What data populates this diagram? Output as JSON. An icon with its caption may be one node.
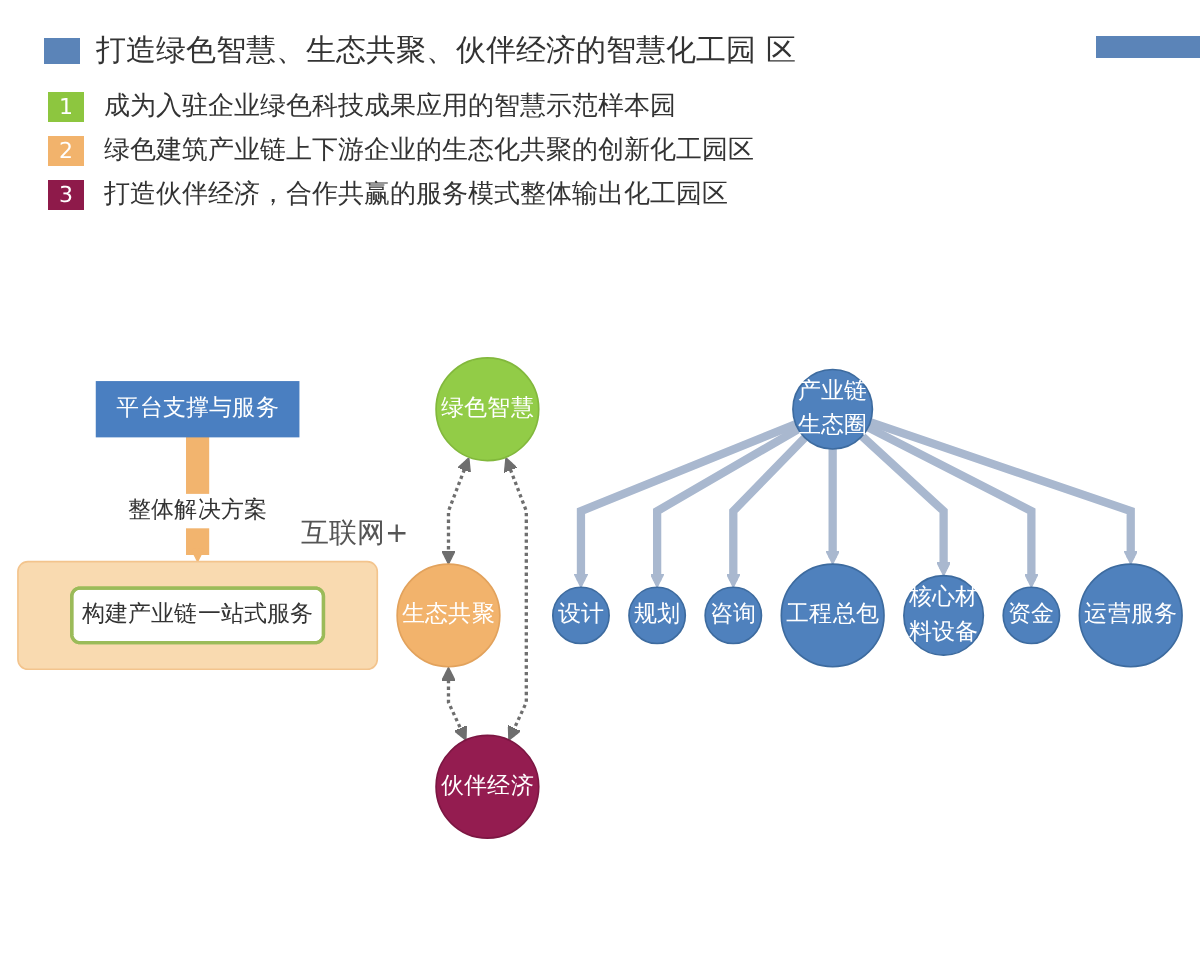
{
  "diagram": {
    "title": "打造绿色智慧、生态共聚、伙伴经济的智慧化工园 区",
    "nodes": [
      {
        "text": [
          "绿色智慧"
        ]
      },
      {
        "text": [
          "生态共聚"
        ]
      },
      {
        "text": [
          "伙伴经济"
        ]
      },
      {
        "text": [
          "产业链生态圈"
        ]
      },
      {
        "text": [
          "设计"
        ]
      },
      {
        "text": [
          "规划"
        ]
      },
      {
        "text": [
          "咨询"
        ]
      },
      {
        "text": [
          "工程总包"
        ]
      },
      {
        "text": [
          "核心材料设备"
        ]
      },
      {
        "text": [
          "资金"
        ]
      },
      {
        "text": [
          "运营服务"
        ]
      },
      {
        "text": [
          "平台支撑与服务"
        ]
      },
      {
        "text": [],
        "shape": "box"
      },
      {
        "text": [
          "构建产业链一站式服务"
        ],
        "in": 12
      }
    ],
    "edges": [
      {
        "from": 0,
        "to": 1,
        "arrow": "both",
        "style": "dashed",
        "color": "#6e6e6e"
      },
      {
        "from": 0,
        "to": 2,
        "arrow": "both",
        "style": "dashed",
        "color": "#6e6e6e"
      },
      {
        "from": 1,
        "to": 2,
        "arrow": "both",
        "style": "dashed",
        "color": "#6e6e6e"
      },
      {
        "from": 3,
        "to": 4,
        "arrow": "to"
      },
      {
        "from": 3,
        "to": 5,
        "arrow": "to"
      },
      {
        "from": 3,
        "to": 6,
        "arrow": "to"
      },
      {
        "from": 3,
        "to": 7,
        "arrow": "to"
      },
      {
        "from": 3,
        "to": 8,
        "arrow": "to"
      },
      {
        "from": 3,
        "to": 9,
        "arrow": "to"
      },
      {
        "from": 3,
        "to": 10,
        "arrow": "to"
      },
      {
        "from": 11,
        "to": 12,
        "arrow": "to",
        "label": "整体解决方案",
        "style": "thick",
        "color": "#f2b46e"
      }
    ],
    "labels": [
      "1",
      "成为入驻企业绿色科技成果应用的智慧示范样本园",
      "2",
      "绿色建筑产业链上下游企业的生态化共聚的创新化工园区",
      "3",
      "打造伙伴经济，合作共赢的服务模式整体输出化工园区",
      "互联网+"
    ]
  }
}
